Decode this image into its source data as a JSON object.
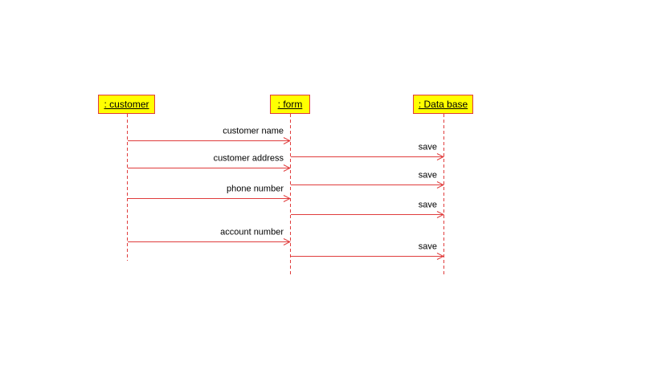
{
  "lifelines": [
    {
      "id": "customer",
      "label": ": customer"
    },
    {
      "id": "form",
      "label": ": form"
    },
    {
      "id": "database",
      "label": ": Data base"
    }
  ],
  "messages": [
    {
      "from": "customer",
      "to": "form",
      "label": "customer name"
    },
    {
      "from": "form",
      "to": "database",
      "label": "save"
    },
    {
      "from": "customer",
      "to": "form",
      "label": "customer address"
    },
    {
      "from": "form",
      "to": "database",
      "label": "save"
    },
    {
      "from": "customer",
      "to": "form",
      "label": "phone number"
    },
    {
      "from": "form",
      "to": "database",
      "label": "save"
    },
    {
      "from": "customer",
      "to": "form",
      "label": "account number"
    },
    {
      "from": "form",
      "to": "database",
      "label": "save"
    }
  ],
  "colors": {
    "line": "#e03c3c",
    "lifeline_head_fill": "#ffff00",
    "lifeline_head_border": "#e03c3c",
    "text": "#000000"
  }
}
